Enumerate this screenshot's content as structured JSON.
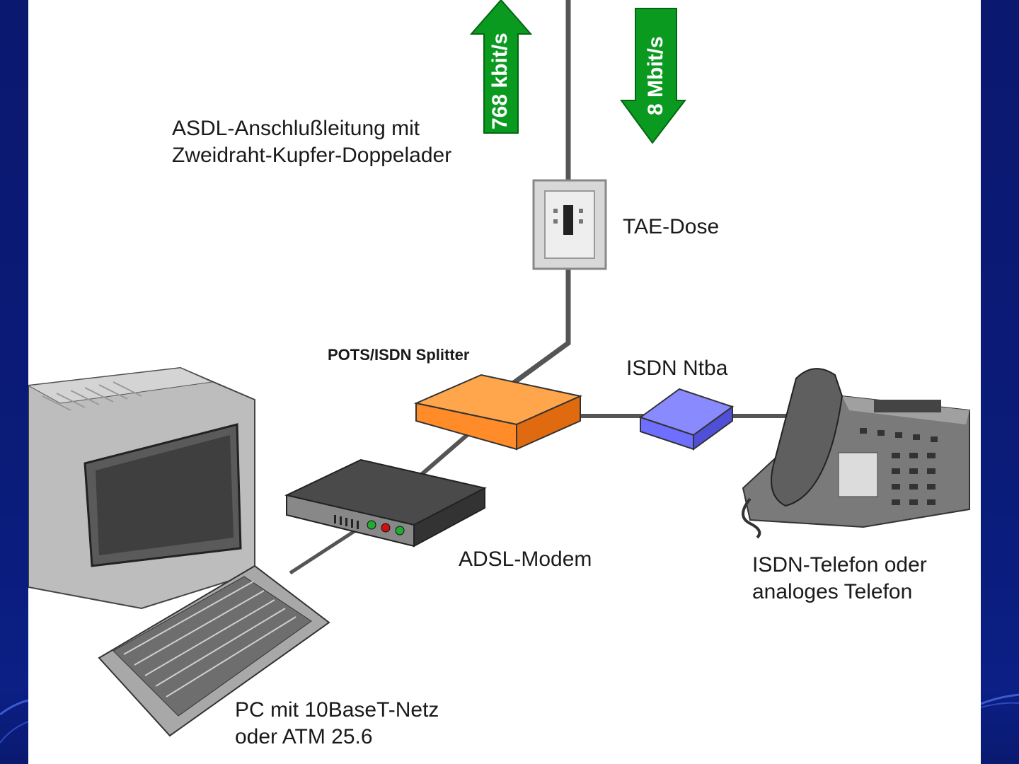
{
  "labels": {
    "line": "ASDL-Anschlußleitung mit\nZweidraht-Kupfer-Doppelader",
    "upstream": "768 kbit/s",
    "downstream": "8 Mbit/s",
    "tae": "TAE-Dose",
    "splitter": "POTS/ISDN Splitter",
    "ntba": "ISDN Ntba",
    "modem": "ADSL-Modem",
    "phone": "ISDN-Telefon oder\nanaloges Telefon",
    "pc": "PC mit 10BaseT-Netz\noder ATM 25.6"
  },
  "colors": {
    "background": "#0d1a66",
    "arrow": "#0a9a20",
    "splitter": "#ff8c28",
    "ntba": "#6f6fff",
    "modem": "#3a3a3a",
    "led_green": "#22aa33",
    "led_red": "#cc1111"
  },
  "icons": {
    "computer": "crt-monitor-icon",
    "keyboard": "keyboard-icon",
    "telephone": "desk-phone-icon",
    "wall_socket": "tae-socket-icon"
  }
}
